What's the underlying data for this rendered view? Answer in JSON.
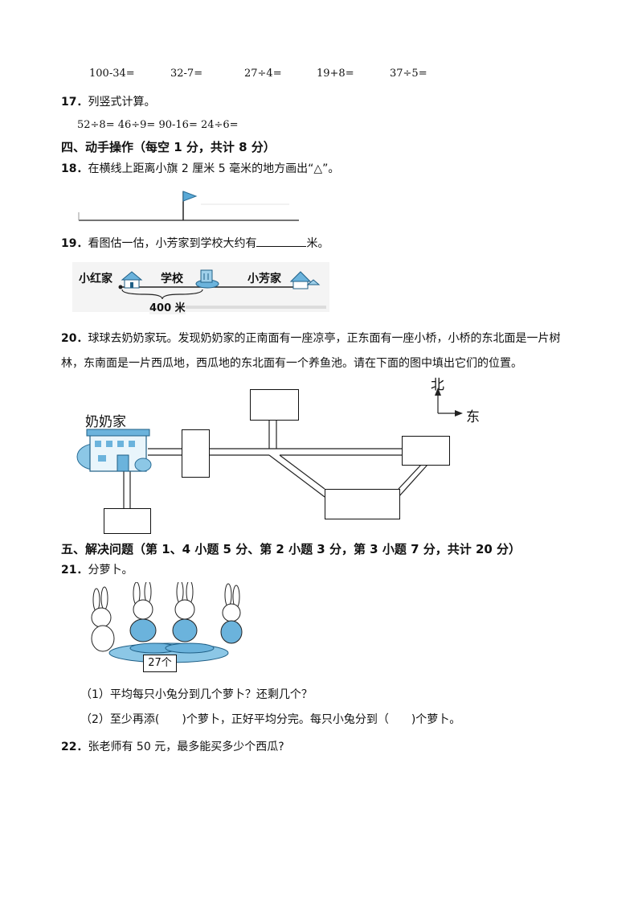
{
  "calc_row": [
    "100-34=",
    "32-7=",
    "27÷4=",
    "19+8=",
    "37÷5="
  ],
  "q17": {
    "num": "17．",
    "text": "列竖式计算。",
    "items": "52÷8= 46÷9= 90-16= 24÷6="
  },
  "section4": {
    "title": "四、动手操作（每空 1 分，共计 8 分）"
  },
  "q18": {
    "num": "18．",
    "text": "在横线上距离小旗 2 厘米 5 毫米的地方画出“△”。"
  },
  "q19": {
    "num": "19．",
    "text_before": "看图估一估，小芳家到学校大约有",
    "text_after": "米。",
    "labels": {
      "xiaohong": "小红家",
      "school": "学校",
      "xiaofang": "小芳家",
      "distance": "400 米"
    }
  },
  "q20": {
    "num": "20．",
    "line1": "球球去奶奶家玩。发现奶奶家的正南面有一座凉亭，正东面有一座小桥，小桥的东北面是一片树",
    "line2": "林，东南面是一片西瓜地，西瓜地的东北面有一个养鱼池。请在下面的图中填出它们的位置。",
    "home_label": "奶奶家",
    "north": "北",
    "east": "东"
  },
  "section5": {
    "title": "五、解决问题（第 1、4 小题 5 分、第 2 小题 3 分，第 3 小题 7 分，共计 20 分）"
  },
  "q21": {
    "num": "21．",
    "text": "分萝卜。",
    "count_label": "27个",
    "sub1": "（1）平均每只小兔分到几个萝卜？还剩几个？",
    "sub2": "（2）至少再添(　　)个萝卜，正好平均分完。每只小兔分到（　　)个萝卜。"
  },
  "q22": {
    "num": "22．",
    "text": "张老师有 50 元，最多能买多少个西瓜?"
  }
}
